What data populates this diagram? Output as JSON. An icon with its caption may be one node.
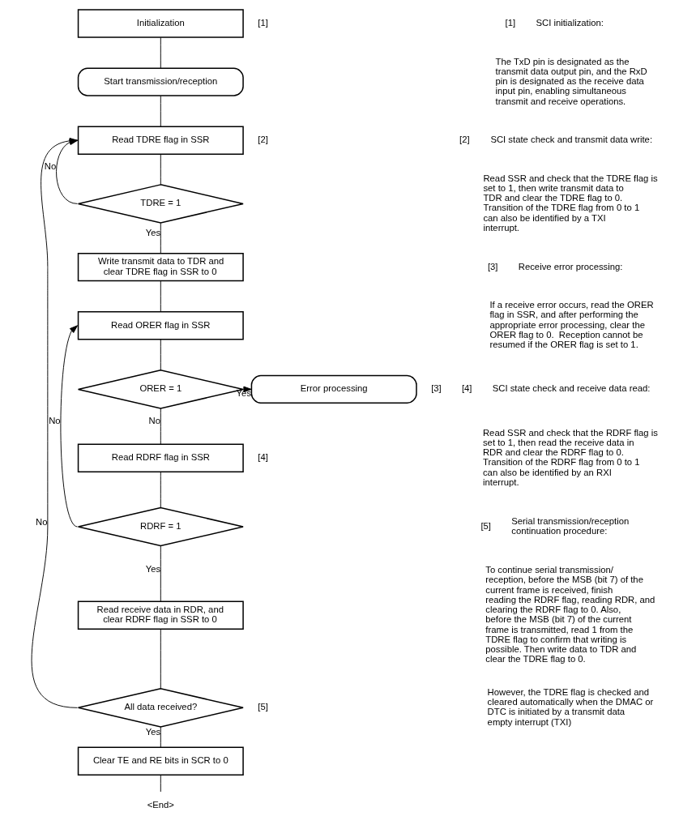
{
  "diagram": {
    "nodes": [
      {
        "text": [
          "Initialization"
        ],
        "beside": [
          "[1]"
        ]
      },
      {
        "text": [
          "Start transmission/reception"
        ]
      },
      {
        "text": [
          "Read TDRE flag in SSR"
        ],
        "beside": [
          "[2]"
        ]
      },
      {
        "text": [
          "TDRE = 1"
        ]
      },
      {
        "text": [
          "Write transmit data to TDR and clear TDRE flag in SSR to 0"
        ]
      },
      {
        "text": [
          "Read ORER flag in SSR"
        ]
      },
      {
        "text": [
          "ORER = 1"
        ]
      },
      {
        "text": [
          "Error processing"
        ],
        "beside": [
          "[3]"
        ]
      },
      {
        "text": [
          "Read RDRF flag in SSR"
        ],
        "beside": [
          "[4]"
        ]
      },
      {
        "text": [
          "RDRF = 1"
        ]
      },
      {
        "text": [
          "Read receive data in RDR, and clear RDRF flag in SSR to 0"
        ]
      },
      {
        "text": [
          "All data received?"
        ],
        "beside": [
          "[5]"
        ]
      },
      {
        "text": [
          "Clear TE and RE bits in SCR to 0"
        ]
      },
      {
        "text": [
          "<End>"
        ]
      }
    ],
    "edges": [
      {
        "from": 0,
        "to": 1,
        "arrow": "none"
      },
      {
        "from": 1,
        "to": 2,
        "arrow": "none"
      },
      {
        "from": 2,
        "to": 3,
        "arrow": "none"
      },
      {
        "from": 3,
        "to": 2,
        "arrow": "to",
        "label": "No"
      },
      {
        "from": 3,
        "to": 4,
        "arrow": "none",
        "label": "Yes"
      },
      {
        "from": 4,
        "to": 5,
        "arrow": "none"
      },
      {
        "from": 5,
        "to": 6,
        "arrow": "none"
      },
      {
        "from": 6,
        "to": 7,
        "arrow": "to",
        "label": "Yes"
      },
      {
        "from": 6,
        "to": 8,
        "arrow": "none",
        "label": "No"
      },
      {
        "from": 8,
        "to": 9,
        "arrow": "none"
      },
      {
        "from": 9,
        "to": 5,
        "arrow": "to",
        "label": "No"
      },
      {
        "from": 9,
        "to": 10,
        "arrow": "none",
        "label": "Yes"
      },
      {
        "from": 10,
        "to": 11,
        "arrow": "none"
      },
      {
        "from": 11,
        "to": 2,
        "arrow": "to",
        "label": "No"
      },
      {
        "from": 11,
        "to": 12,
        "arrow": "none",
        "label": "Yes"
      },
      {
        "from": 12,
        "to": 13,
        "arrow": "none"
      }
    ],
    "labels": [
      "[1]",
      "SCI initialization:",
      "The TxD pin is designated as the transmit data output pin, and the RxD pin is designated as the receive data input pin, enabling simultaneous transmit and receive operations.",
      "[2]",
      "SCI state check and transmit data write:",
      "Read SSR and check that the TDRE flag is set to 1, then write transmit data to TDR and clear the TDRE flag to 0. Transition of the TDRE flag from 0 to 1 can also be identified by a TXI interrupt.",
      "[3]",
      "Receive error processing:",
      "If a receive error occurs, read the ORER flag in SSR, and after performing the appropriate error processing, clear the ORER flag to 0.  Reception cannot be resumed if the ORER flag is set to 1.",
      "[4]",
      "SCI state check and receive data read:",
      "Read SSR and check that the RDRF flag is set to 1, then read the receive data in RDR and clear the RDRF flag to 0.  Transition of the RDRF flag from 0 to 1 can also be identified by an RXI interrupt.",
      "[5]",
      "Serial transmission/reception continuation procedure:",
      "To continue serial transmission/ reception, before the MSB (bit 7) of the current frame is received, finish reading the RDRF flag, reading RDR, and clearing the RDRF flag to 0. Also, before the MSB (bit 7) of the current frame is transmitted, read 1 from the TDRE flag to confirm that writing is possible. Then write data to TDR and clear the TDRE flag to 0.",
      "However, the TDRE flag is checked and cleared automatically when the DMAC or DTC is initiated by a transmit data empty interrupt (TXI)"
    ]
  }
}
